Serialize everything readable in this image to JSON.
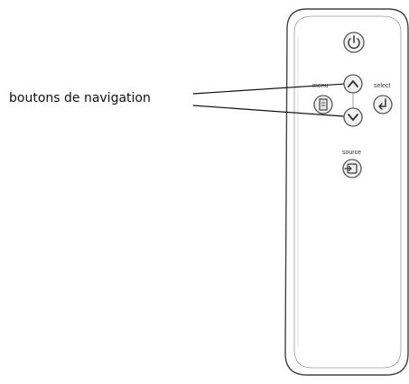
{
  "callout": {
    "text": "boutons de navigation"
  },
  "remote": {
    "buttons": {
      "power": {
        "icon": "power-icon"
      },
      "menu": {
        "label": "menu",
        "icon": "menu-icon"
      },
      "up": {
        "icon": "chevron-up-icon"
      },
      "down": {
        "icon": "chevron-down-icon"
      },
      "select": {
        "label": "select",
        "icon": "enter-icon"
      },
      "source": {
        "label": "source",
        "icon": "source-icon"
      }
    }
  }
}
